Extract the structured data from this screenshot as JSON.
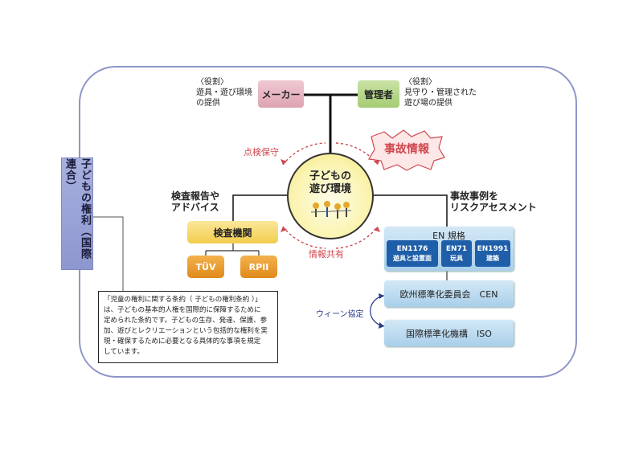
{
  "rights": {
    "label": "子どもの権利（国際連合）"
  },
  "maker": {
    "role_label": "〈役割〉",
    "role_text": [
      "遊具・遊び環境",
      "の提供"
    ],
    "box": "メーカー"
  },
  "manager": {
    "box": "管理者",
    "role_label": "〈役割〉",
    "role_text": [
      "見守り・管理された",
      "遊び場の提供"
    ]
  },
  "center": {
    "line1": "子どもの",
    "line2": "遊び環境"
  },
  "arrows": {
    "maintenance": "点検保守",
    "accident": "事故情報",
    "sharing": "情報共有"
  },
  "inspection": {
    "label": [
      "検査報告や",
      "アドバイス"
    ],
    "box": "検査機関",
    "items": [
      "TÜV",
      "RPII"
    ]
  },
  "risk": {
    "label": [
      "事故事例を",
      "リスクアセスメント"
    ]
  },
  "en": {
    "title": "EN 規格",
    "items": [
      {
        "code": "EN1176",
        "desc": "遊具と設置面"
      },
      {
        "code": "EN71",
        "desc": "玩具"
      },
      {
        "code": "EN1991",
        "desc": "建築"
      }
    ]
  },
  "cen": {
    "label": "欧州標準化委員会　CEN"
  },
  "vienna": {
    "label": "ウィーン協定"
  },
  "iso": {
    "label": "国際標準化機構　ISO"
  },
  "note": {
    "lines": [
      "「児童の権利に関する条約（ 子どもの権利条約 ）」",
      "は、子どもの基本的人権を国際的に保障するために",
      "定められた条約です。子どもの生存、発達、保護、参",
      "加、遊びとレクリエーションという包括的な権利を実",
      "現・確保するために必要となる具体的な事項を規定",
      "しています。"
    ]
  },
  "colors": {
    "frame": "#8f95c9",
    "accent_red": "#d0474e",
    "en_blue": "#1f5ea8"
  }
}
